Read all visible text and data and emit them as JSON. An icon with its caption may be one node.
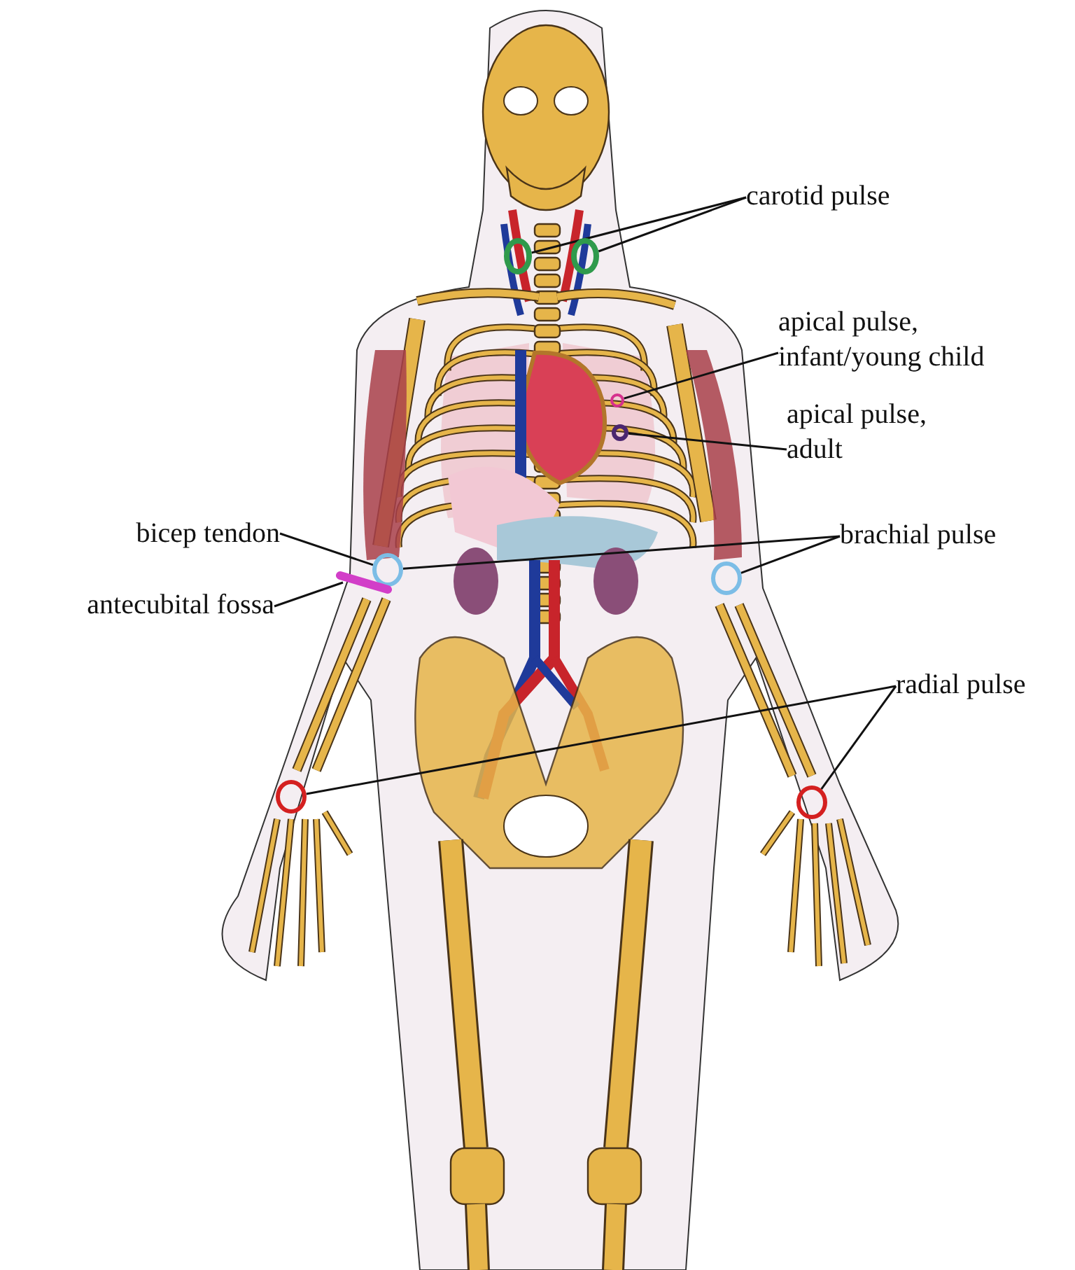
{
  "diagram": {
    "nodes": [
      {
        "text": [
          "carotid pulse"
        ]
      },
      {
        "text": [],
        "shape": "circle"
      },
      {
        "text": [],
        "shape": "circle"
      },
      {
        "text": [
          "apical pulse, infant/young child"
        ]
      },
      {
        "text": [],
        "shape": "circle"
      },
      {
        "text": [
          "apical pulse, adult"
        ]
      },
      {
        "text": [],
        "shape": "circle"
      },
      {
        "text": [
          "bicep tendon"
        ]
      },
      {
        "text": [],
        "shape": "circle"
      },
      {
        "text": [
          "antecubital fossa"
        ]
      },
      {
        "text": [],
        "shape": "bar"
      },
      {
        "text": [
          "brachial pulse"
        ]
      },
      {
        "text": [],
        "shape": "circle"
      },
      {
        "text": [
          "radial pulse"
        ]
      },
      {
        "text": [],
        "shape": "circle"
      },
      {
        "text": [],
        "shape": "circle"
      }
    ],
    "edges": [
      {
        "from": 0,
        "to": 1,
        "arrow": "none"
      },
      {
        "from": 0,
        "to": 2,
        "arrow": "none"
      },
      {
        "from": 3,
        "to": 4,
        "arrow": "none"
      },
      {
        "from": 5,
        "to": 6,
        "arrow": "none"
      },
      {
        "from": 7,
        "to": 8,
        "arrow": "none"
      },
      {
        "from": 9,
        "to": 10,
        "arrow": "none"
      },
      {
        "from": 11,
        "to": 8,
        "arrow": "none"
      },
      {
        "from": 11,
        "to": 12,
        "arrow": "none"
      },
      {
        "from": 13,
        "to": 14,
        "arrow": "none"
      },
      {
        "from": 13,
        "to": 15,
        "arrow": "none"
      }
    ]
  }
}
